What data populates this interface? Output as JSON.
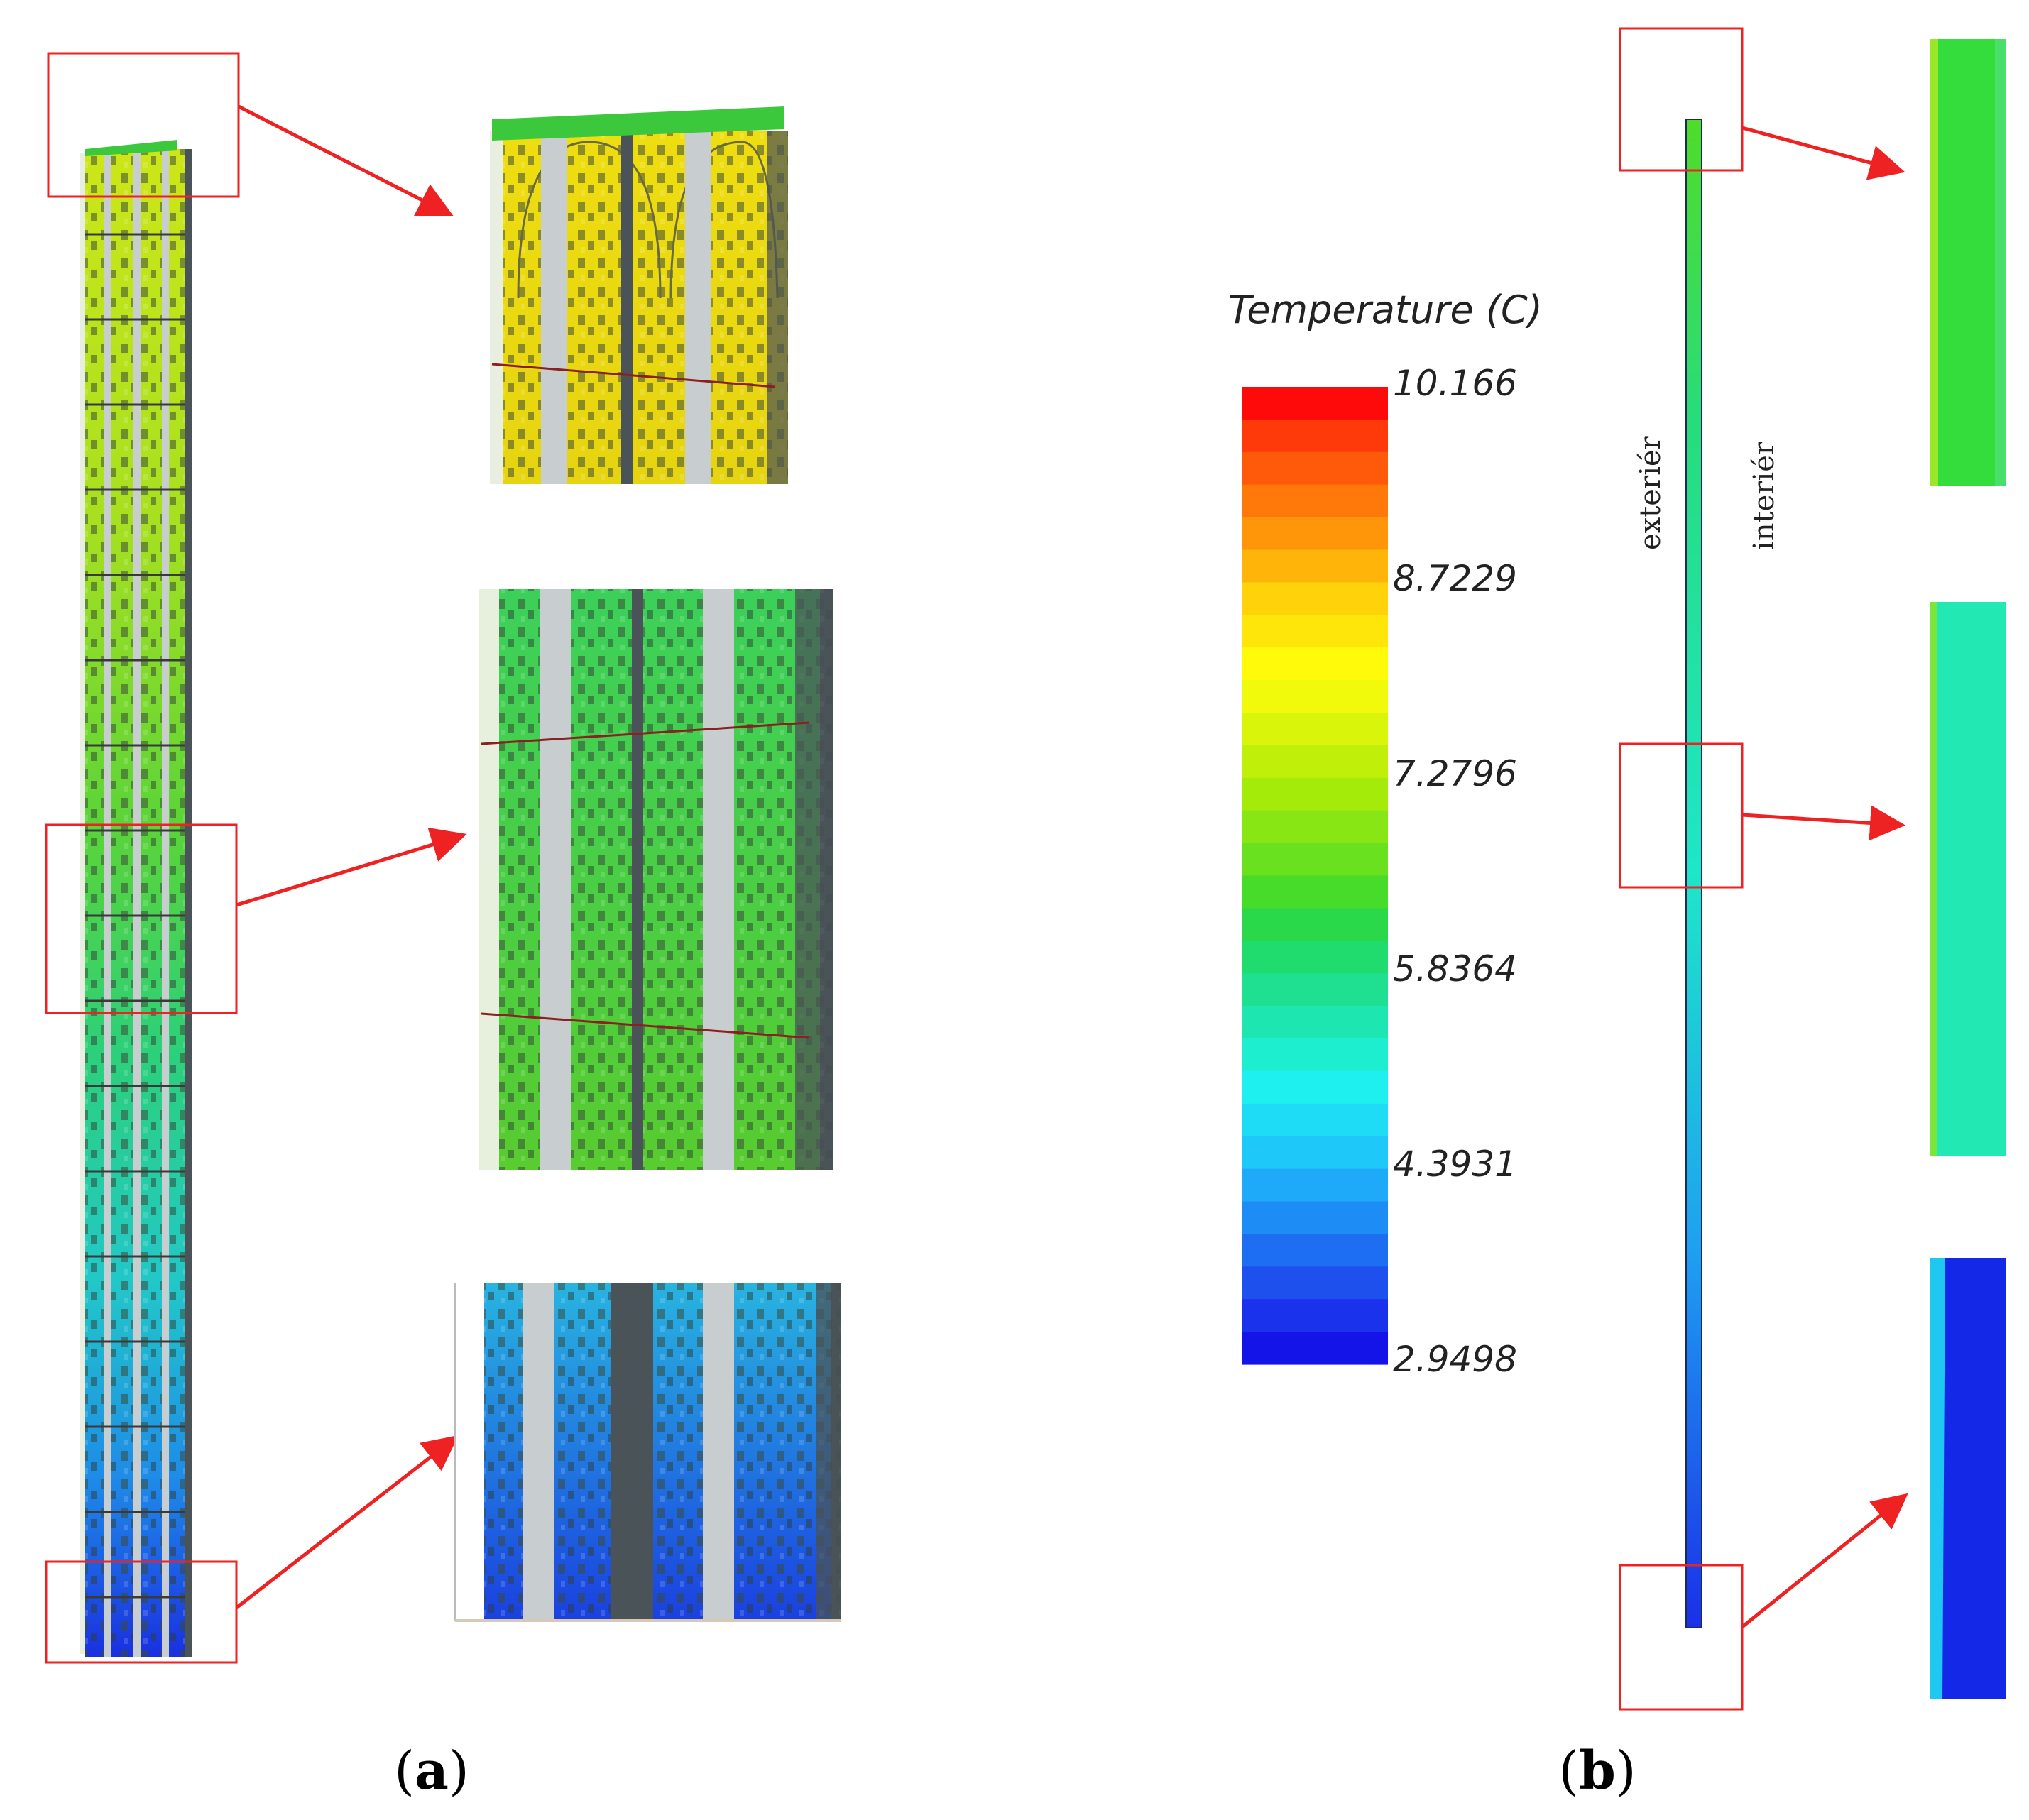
{
  "panels": {
    "a": {
      "label_open": "(",
      "label_letter": "a",
      "label_close": ")"
    },
    "b": {
      "label_open": "(",
      "label_letter": "b",
      "label_close": ")"
    }
  },
  "legend": {
    "title": "Temperature (C)",
    "max": 10.166,
    "min": 2.9498,
    "ticks": [
      "10.166",
      "8.7229",
      "7.2796",
      "5.8364",
      "4.3931",
      "2.9498"
    ],
    "colors": [
      "#ff0a0a",
      "#ff3a0a",
      "#ff5a0a",
      "#ff780a",
      "#ff960a",
      "#ffb40a",
      "#ffd20a",
      "#ffe60a",
      "#fffa0a",
      "#f0fa0a",
      "#d8f50a",
      "#c0f00a",
      "#a5eb0a",
      "#88e614",
      "#6ae11e",
      "#48dc2a",
      "#2ad94a",
      "#20dc6e",
      "#1ee090",
      "#1ee6b0",
      "#1eeed0",
      "#1ef0f0",
      "#1edcf5",
      "#1ec8f8",
      "#1eaaf8",
      "#1e8cf5",
      "#1e6ef2",
      "#1e50ee",
      "#1a32ec",
      "#1414e8"
    ]
  },
  "annotations": {
    "exterior": "exteriér",
    "interior": "interiér"
  },
  "colors": {
    "callout": "#ee2222",
    "facade_frame": "#4a5358",
    "mullion": "#c8cdd0",
    "glass_cap": "#3cc83c"
  }
}
